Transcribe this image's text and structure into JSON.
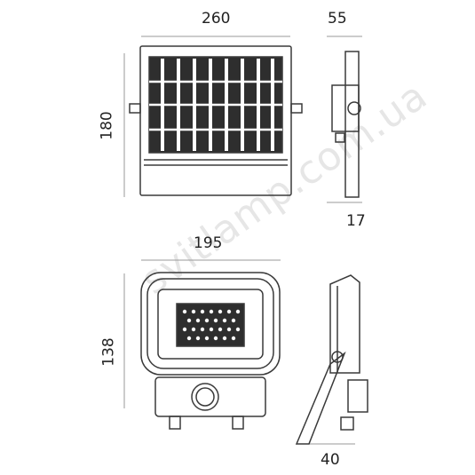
{
  "dimensions": {
    "panel_width": "260",
    "panel_height": "180",
    "panel_depth": "55",
    "bracket_offset": "17",
    "lamp_width": "195",
    "lamp_height": "138",
    "lamp_depth": "40"
  },
  "watermark": "svitlamp.com.ua",
  "colors": {
    "line": "#3a3a3a",
    "dim_line": "#9a9a9a",
    "text": "#222222"
  }
}
